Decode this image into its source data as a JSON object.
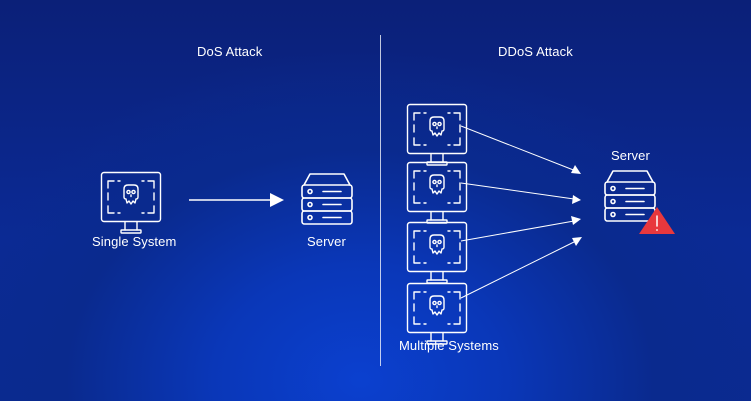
{
  "diagram": {
    "title_left": "DoS Attack",
    "title_right": "DDoS Attack",
    "dos": {
      "source_label": "Single System",
      "target_label": "Server",
      "source_icon": "infected-computer-icon",
      "target_icon": "server-icon"
    },
    "ddos": {
      "sources_label": "Multiple Systems",
      "source_count": 4,
      "source_icon": "infected-computer-icon",
      "target_label": "Server",
      "target_icon": "server-icon",
      "alert_icon": "warning-triangle-icon"
    },
    "colors": {
      "background_dark": "#0b1f6b",
      "background_bright": "#0a3cc4",
      "foreground": "#ffffff",
      "alert": "#e8383d"
    }
  }
}
